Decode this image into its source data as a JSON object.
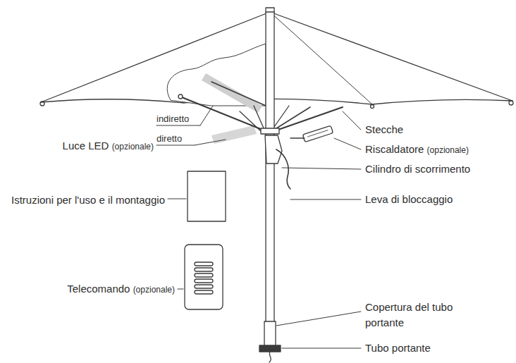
{
  "diagram": {
    "labels": [
      "indiretto",
      "diretto",
      "Luce LED",
      "(opzionale)",
      "Istruzioni per l'uso e il montaggio",
      "Telecomando",
      "(opzionale)",
      "Stecche",
      "Riscaldatore",
      "(opzionale)",
      "Cilindro di scorrimento",
      "Leva di bloccaggio",
      "Copertura del tubo portante",
      "Tubo portante"
    ]
  }
}
